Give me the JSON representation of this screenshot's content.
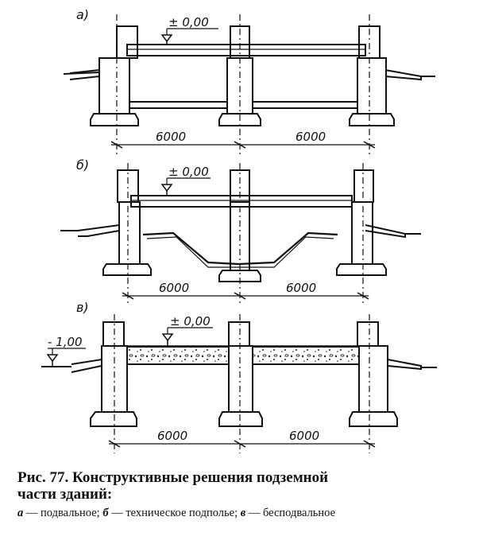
{
  "figure": {
    "panels": [
      {
        "id": "a",
        "letter": "а)",
        "level": "± 0,00",
        "dim_left": "6000",
        "dim_right": "6000"
      },
      {
        "id": "b",
        "letter": "б)",
        "level": "± 0,00",
        "dim_left": "6000",
        "dim_right": "6000"
      },
      {
        "id": "c",
        "letter": "в)",
        "level": "± 0,00",
        "level2": "- 1,00",
        "dim_left": "6000",
        "dim_right": "6000"
      }
    ]
  },
  "caption": {
    "title_line1": "Рис. 77. Конструктивные решения подземной",
    "title_line2": "части зданий:",
    "legend": [
      {
        "letter": "а",
        "text": " — подвальное; "
      },
      {
        "letter": "б",
        "text": " — техническое подполье; "
      },
      {
        "letter": "в",
        "text": " — бесподвальное"
      }
    ]
  }
}
